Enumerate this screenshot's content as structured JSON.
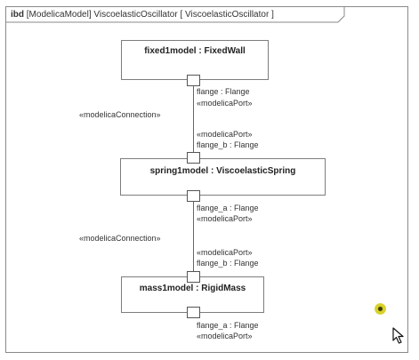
{
  "frame": {
    "kind": "ibd",
    "title": "[ModelicaModel] ViscoelasticOscillator [ ViscoelasticOscillator ]"
  },
  "blocks": {
    "fixed": {
      "title": "fixed1model : FixedWall"
    },
    "spring": {
      "title": "spring1model : ViscoelasticSpring"
    },
    "mass": {
      "title": "mass1model : RigidMass"
    }
  },
  "ports": {
    "fixed_flange": {
      "name": "flange : Flange",
      "stereotype": "«modelicaPort»"
    },
    "spring_flange_b": {
      "stereotype": "«modelicaPort»",
      "name": "flange_b : Flange"
    },
    "spring_flange_a": {
      "name": "flange_a : Flange",
      "stereotype": "«modelicaPort»"
    },
    "mass_flange_b": {
      "stereotype": "«modelicaPort»",
      "name": "flange_b : Flange"
    },
    "mass_flange_a": {
      "name": "flange_a : Flange",
      "stereotype": "«modelicaPort»"
    }
  },
  "connections": {
    "top": {
      "stereotype": "«modelicaConnection»"
    },
    "bottom": {
      "stereotype": "«modelicaConnection»"
    }
  },
  "icons": {
    "pointer": "cursor-arrow-icon",
    "highlight": "cursor-highlight-icon"
  }
}
